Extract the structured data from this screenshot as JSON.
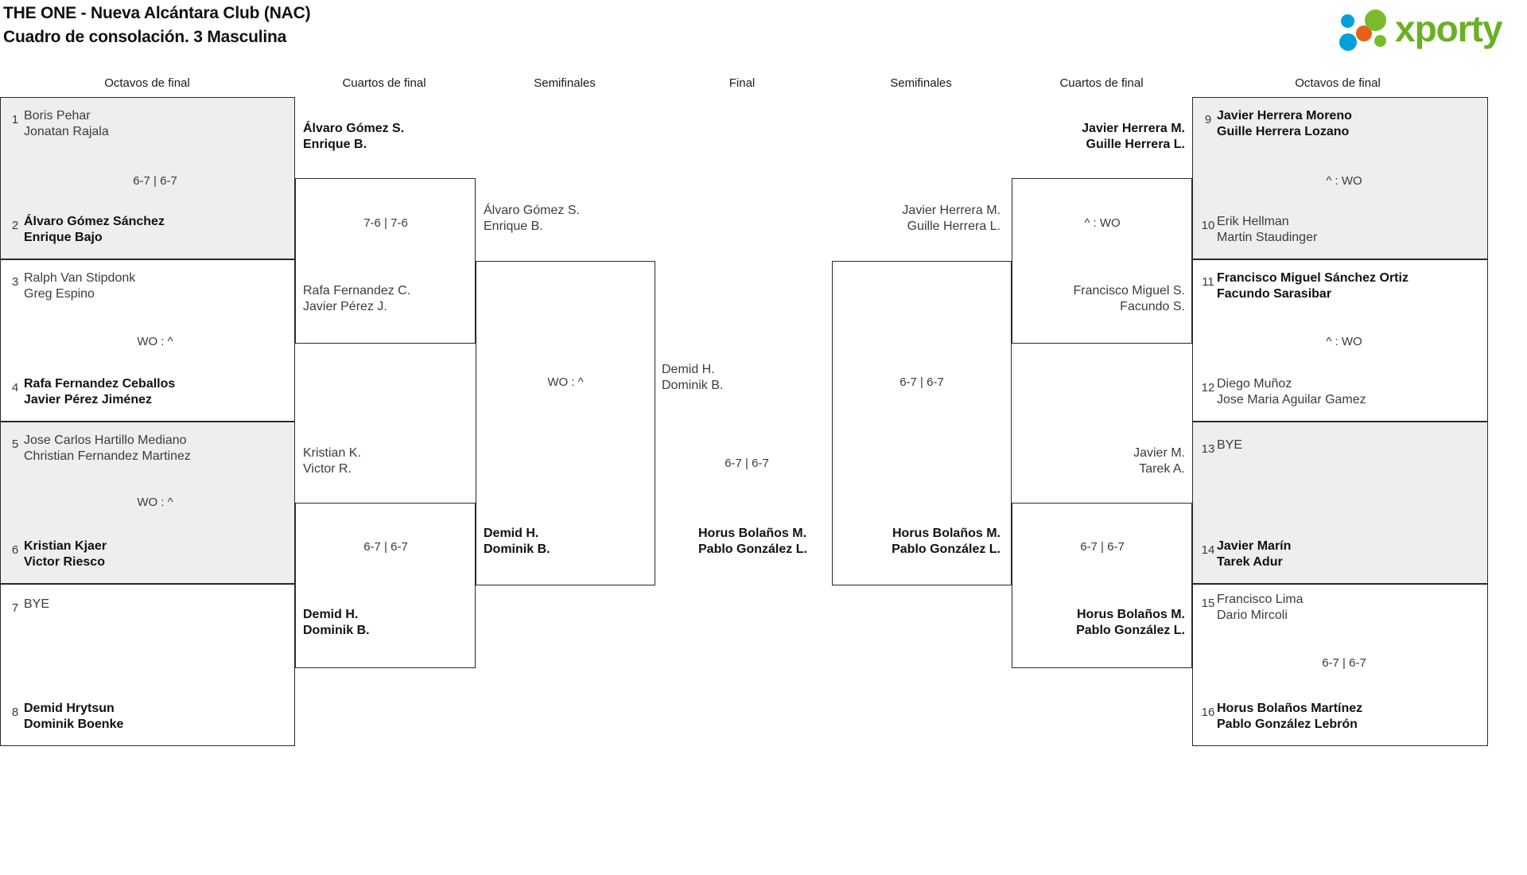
{
  "header": {
    "title_line1": "THE ONE - Nueva Alcántara Club (NAC)",
    "title_line2": "Cuadro de consolación. 3 Masculina",
    "logo_text": "xporty",
    "logo_colors": {
      "green": "#6ab023",
      "blue": "#00a0dd",
      "orange": "#e8601c"
    }
  },
  "round_headers": {
    "l_octavos": "Octavos de final",
    "l_cuartos": "Cuartos de final",
    "l_semis": "Semifinales",
    "final": "Final",
    "r_semis": "Semifinales",
    "r_cuartos": "Cuartos de final",
    "r_octavos": "Octavos de final"
  },
  "left_octavos": {
    "entries": [
      {
        "seed": "1",
        "p1": "Boris Pehar",
        "p2": "Jonatan Rajala",
        "winner": false
      },
      {
        "seed": "2",
        "p1": "Álvaro Gómez Sánchez",
        "p2": "Enrique Bajo",
        "winner": true
      },
      {
        "seed": "3",
        "p1": "Ralph Van Stipdonk",
        "p2": "Greg Espino",
        "winner": false
      },
      {
        "seed": "4",
        "p1": "Rafa Fernandez Ceballos",
        "p2": "Javier Pérez Jiménez",
        "winner": true
      },
      {
        "seed": "5",
        "p1": "Jose Carlos Hartillo Mediano",
        "p2": "Christian Fernandez Martinez",
        "winner": false
      },
      {
        "seed": "6",
        "p1": "Kristian Kjaer",
        "p2": "Victor Riesco",
        "winner": true
      },
      {
        "seed": "7",
        "p1": "BYE",
        "p2": "",
        "winner": false
      },
      {
        "seed": "8",
        "p1": "Demid Hrytsun",
        "p2": "Dominik Boenke",
        "winner": true
      }
    ],
    "scores": [
      "6-7 | 6-7",
      "WO : ^",
      "WO : ^",
      ""
    ]
  },
  "right_octavos": {
    "entries": [
      {
        "seed": "9",
        "p1": "Javier Herrera Moreno",
        "p2": "Guille Herrera Lozano",
        "winner": true
      },
      {
        "seed": "10",
        "p1": "Erik Hellman",
        "p2": "Martin Staudinger",
        "winner": false
      },
      {
        "seed": "11",
        "p1": "Francisco Miguel Sánchez Ortiz",
        "p2": "Facundo Sarasibar",
        "winner": true
      },
      {
        "seed": "12",
        "p1": "Diego Muñoz",
        "p2": "Jose Maria Aguilar Gamez",
        "winner": false
      },
      {
        "seed": "13",
        "p1": "BYE",
        "p2": "",
        "winner": false
      },
      {
        "seed": "14",
        "p1": "Javier Marín",
        "p2": "Tarek Adur",
        "winner": true
      },
      {
        "seed": "15",
        "p1": "Francisco Lima",
        "p2": "Dario Mircoli",
        "winner": false
      },
      {
        "seed": "16",
        "p1": "Horus Bolaños Martínez",
        "p2": "Pablo González Lebrón",
        "winner": true
      }
    ],
    "scores": [
      "^ : WO",
      "^ : WO",
      "",
      "6-7 | 6-7"
    ]
  },
  "left_cuartos": {
    "m1_top": {
      "p1": "Álvaro Gómez S.",
      "p2": "Enrique B.",
      "winner": true
    },
    "m1_bottom": {
      "p1": "Rafa Fernandez C.",
      "p2": "Javier Pérez J.",
      "winner": false
    },
    "m1_score": "7-6 | 7-6",
    "m2_top": {
      "p1": "Kristian K.",
      "p2": "Victor R.",
      "winner": false
    },
    "m2_bottom": {
      "p1": "Demid H.",
      "p2": "Dominik B.",
      "winner": true
    },
    "m2_score": "6-7 | 6-7"
  },
  "left_semis": {
    "top": {
      "p1": "Álvaro Gómez S.",
      "p2": "Enrique B.",
      "winner": false
    },
    "bottom": {
      "p1": "Demid H.",
      "p2": "Dominik B.",
      "winner": true
    },
    "score": "WO : ^"
  },
  "final": {
    "top": {
      "p1": "Demid H.",
      "p2": "Dominik B.",
      "winner": false
    },
    "bottom": {
      "p1": "Horus Bolaños M.",
      "p2": "Pablo González L.",
      "winner": true
    },
    "score": "6-7 | 6-7"
  },
  "right_semis": {
    "top": {
      "p1": "Javier Herrera M.",
      "p2": "Guille Herrera L.",
      "winner": false
    },
    "bottom": {
      "p1": "Horus Bolaños M.",
      "p2": "Pablo González L.",
      "winner": true
    },
    "score": "6-7 | 6-7"
  },
  "right_cuartos": {
    "m1_top": {
      "p1": "Javier Herrera M.",
      "p2": "Guille Herrera L.",
      "winner": true
    },
    "m1_bottom": {
      "p1": "Francisco Miguel S.",
      "p2": "Facundo S.",
      "winner": false
    },
    "m1_score": "^ : WO",
    "m2_top": {
      "p1": "Javier M.",
      "p2": "Tarek A.",
      "winner": false
    },
    "m2_bottom": {
      "p1": "Horus Bolaños M.",
      "p2": "Pablo González L.",
      "winner": true
    },
    "m2_score": "6-7 | 6-7"
  }
}
